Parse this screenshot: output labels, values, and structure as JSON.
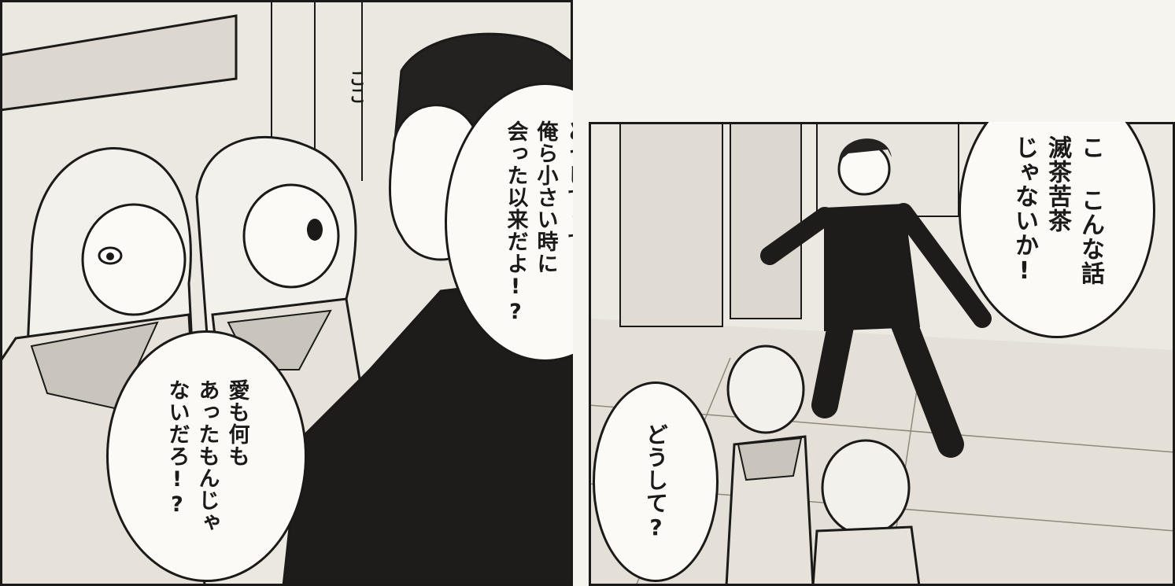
{
  "panels": {
    "left": {
      "bubble_top": "どうしてって\n俺ら小さい時に\n会った以来だよ!?",
      "bubble_bottom": "愛も何も\nあったもんじゃ\nないだろ!?",
      "sfx": "ここ"
    },
    "right": {
      "bubble_top": "こ こんな話\n滅茶苦茶\nじゃないか!",
      "bubble_bottom": "どうして?"
    }
  },
  "colors": {
    "ink": "#1b1a18",
    "paper": "#fbfaf7",
    "screentone": "#c9c5bc"
  }
}
